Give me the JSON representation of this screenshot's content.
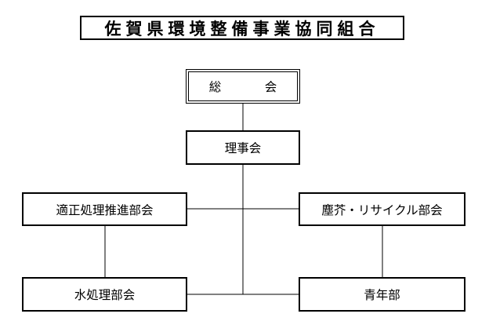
{
  "title": "佐賀県環境整備事業協同組合",
  "nodes": {
    "general_meeting": "総　会",
    "board": "理事会",
    "promotion": "適正処理推進部会",
    "recycle": "塵芥・リサイクル部会",
    "water": "水処理部会",
    "youth": "青年部"
  },
  "colors": {
    "line": "#000000",
    "background": "#ffffff"
  }
}
